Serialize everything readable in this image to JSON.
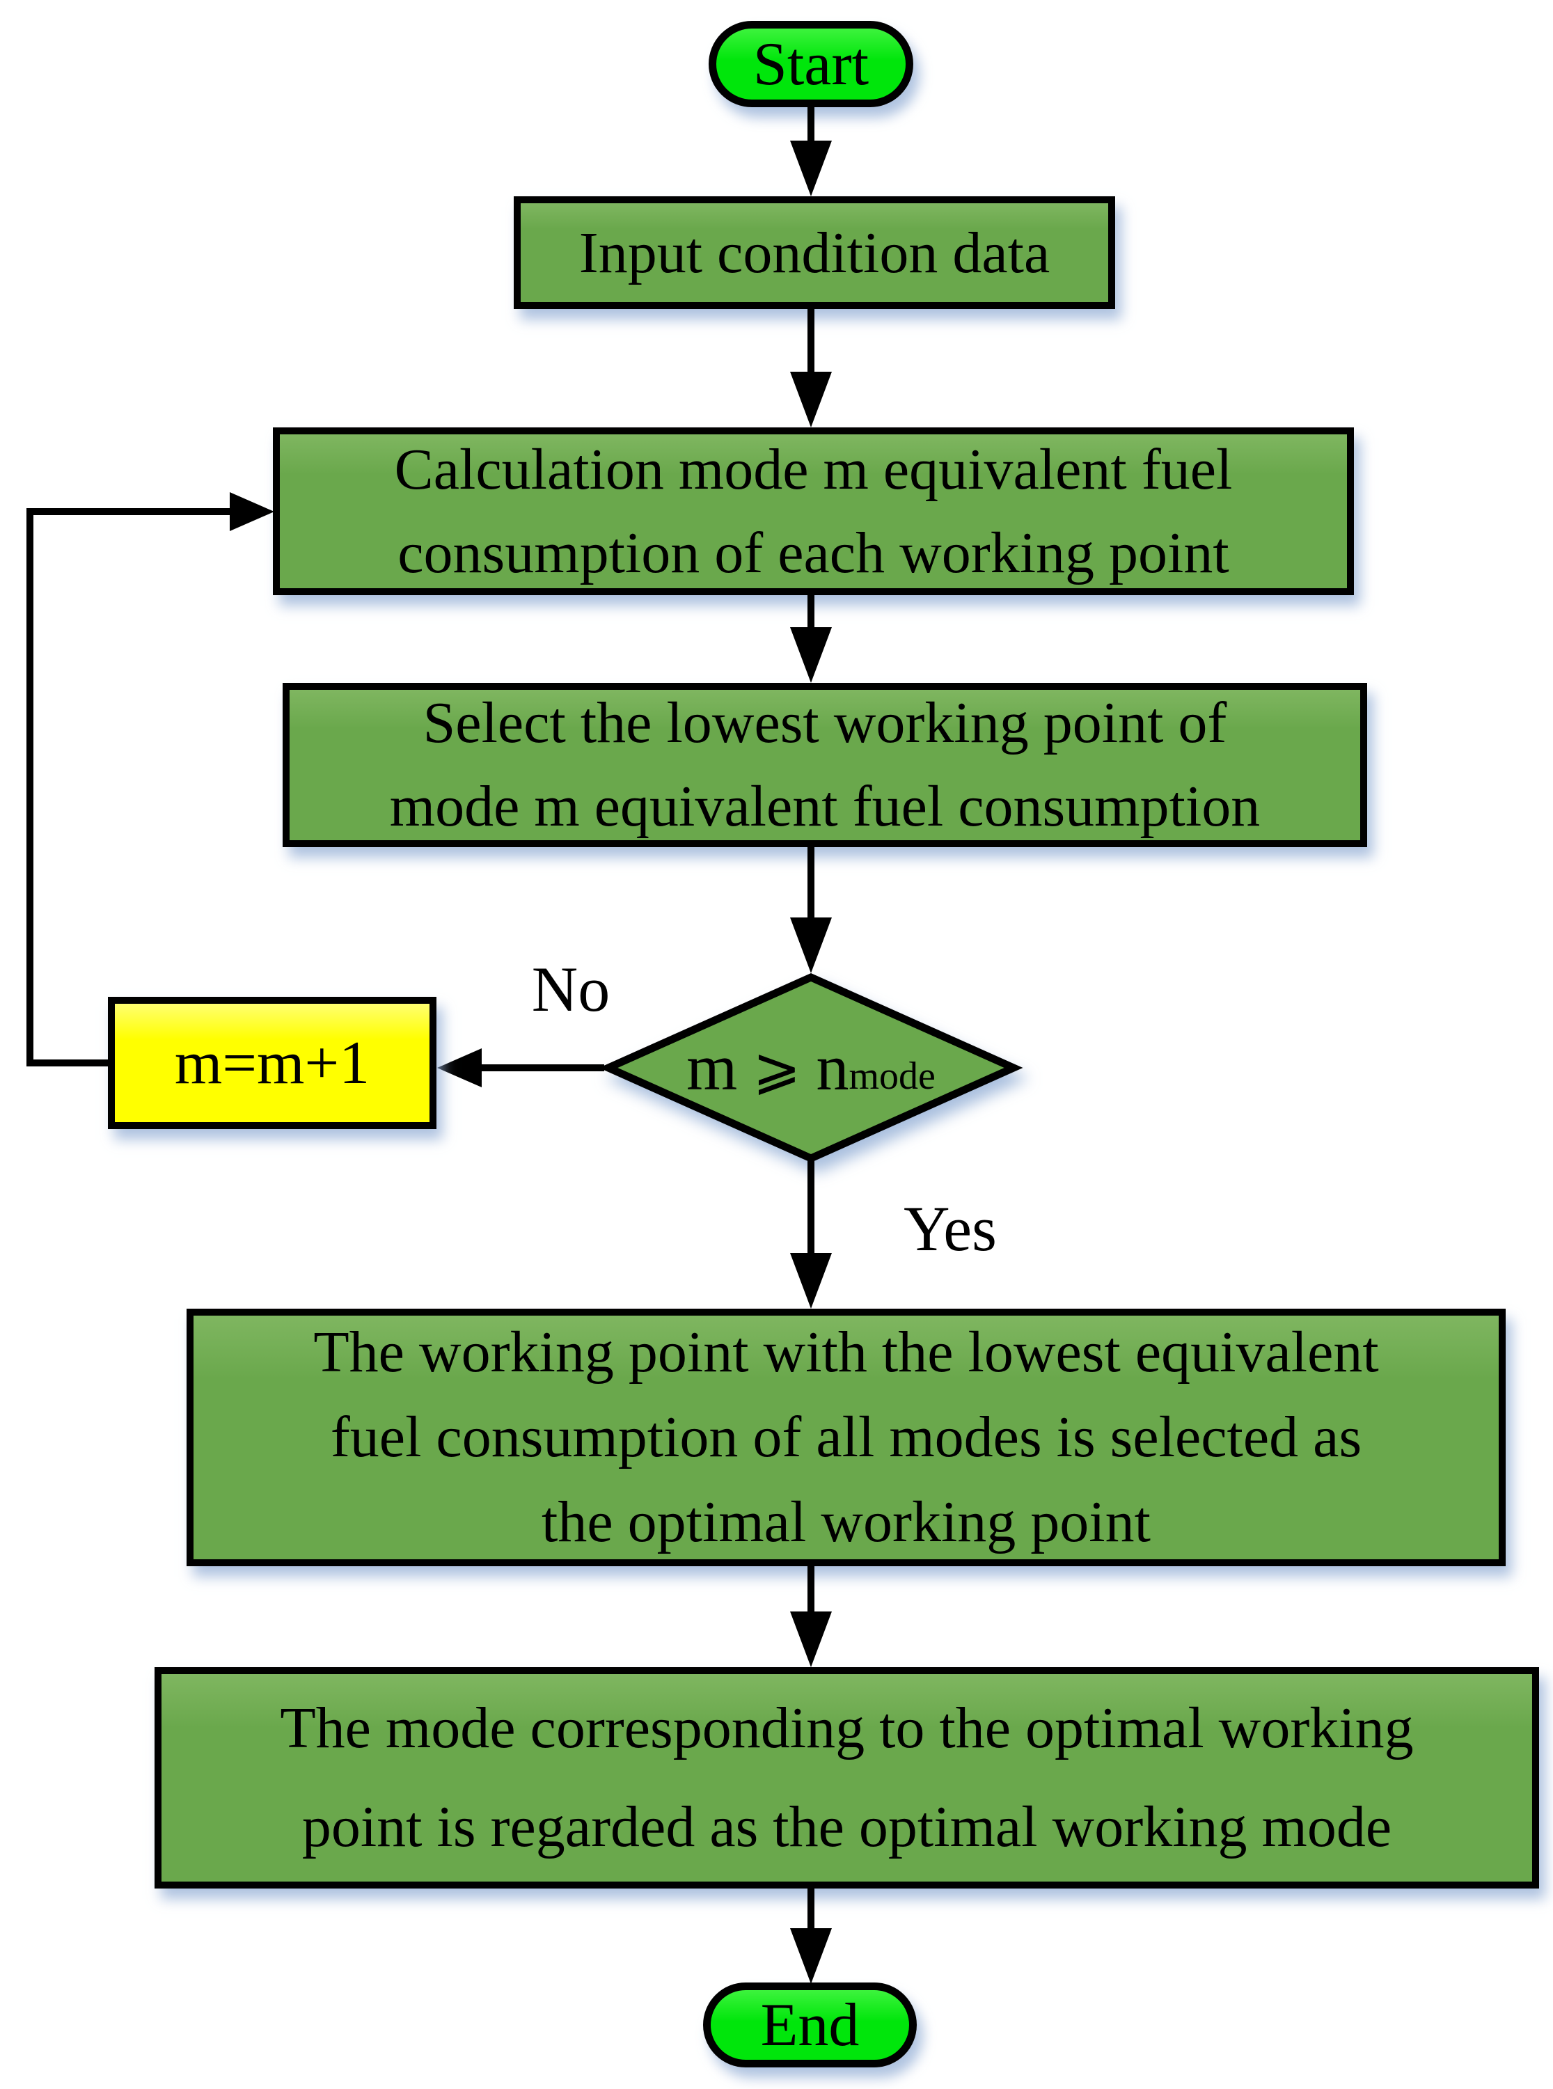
{
  "flowchart": {
    "colors": {
      "process_fill": "#6aa84c",
      "process_fill_light": "#7fb660",
      "terminal_fill": "#00e60b",
      "terminal_fill_light": "#3df33d",
      "increment_fill": "#ffff00",
      "increment_fill_light": "#ffff70",
      "stroke": "#000000",
      "text": "#000000",
      "shadow": "#94afd6"
    },
    "nodes": {
      "start": {
        "type": "terminal",
        "label": "Start"
      },
      "input": {
        "type": "process",
        "lines": [
          "Input condition data"
        ]
      },
      "calc": {
        "type": "process",
        "lines": [
          "Calculation mode m equivalent fuel",
          "consumption of each working point"
        ]
      },
      "select_lowest": {
        "type": "process",
        "lines": [
          "Select the lowest working point of",
          "mode m equivalent fuel consumption"
        ]
      },
      "decision": {
        "type": "decision",
        "lhs": "m",
        "operator": "⩾",
        "rhs_base": "n",
        "rhs_subscript": "mode"
      },
      "increment": {
        "type": "process",
        "label": "m=m+1"
      },
      "optimal_point": {
        "type": "process",
        "lines": [
          "The working point with the lowest equivalent",
          "fuel consumption of all modes is selected as",
          "the optimal working point"
        ]
      },
      "optimal_mode": {
        "type": "process",
        "lines": [
          "The mode corresponding to the optimal working",
          "point is regarded as the optimal working mode"
        ]
      },
      "end": {
        "type": "terminal",
        "label": "End"
      }
    },
    "edges": {
      "yes_label": "Yes",
      "no_label": "No"
    }
  }
}
